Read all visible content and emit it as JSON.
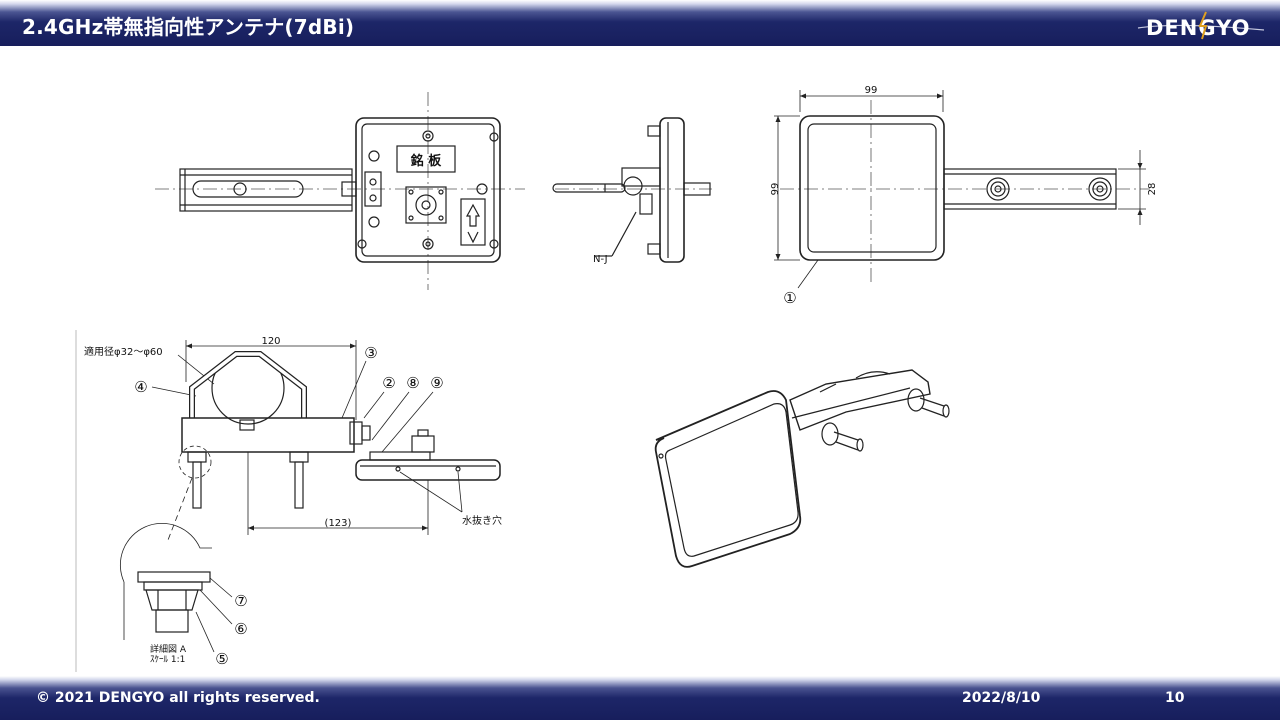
{
  "header": {
    "title": "2.4GHz帯無指向性アンテナ(7dBi)",
    "logo_text": "DENGYO"
  },
  "drawing": {
    "plate_label": "銘 板",
    "connector_label": "N-J",
    "dim_99_top": "99",
    "dim_99_side": "99",
    "dim_28": "28",
    "callout_1": "①",
    "dim_120": "120",
    "dim_123": "(123)",
    "pipe_note": "適用径φ32～φ60",
    "callout_2": "②",
    "callout_3": "③",
    "callout_4": "④",
    "callout_5": "⑤",
    "callout_6": "⑥",
    "callout_7": "⑦",
    "callout_8": "⑧",
    "callout_9": "⑨",
    "drain_label": "水抜き穴",
    "detail_title": "詳細図 A",
    "detail_scale": "ｽｹｰﾙ 1:1"
  },
  "footer": {
    "copyright": "© 2021  DENGYO all rights reserved.",
    "date": "2022/8/10",
    "page": "10"
  }
}
